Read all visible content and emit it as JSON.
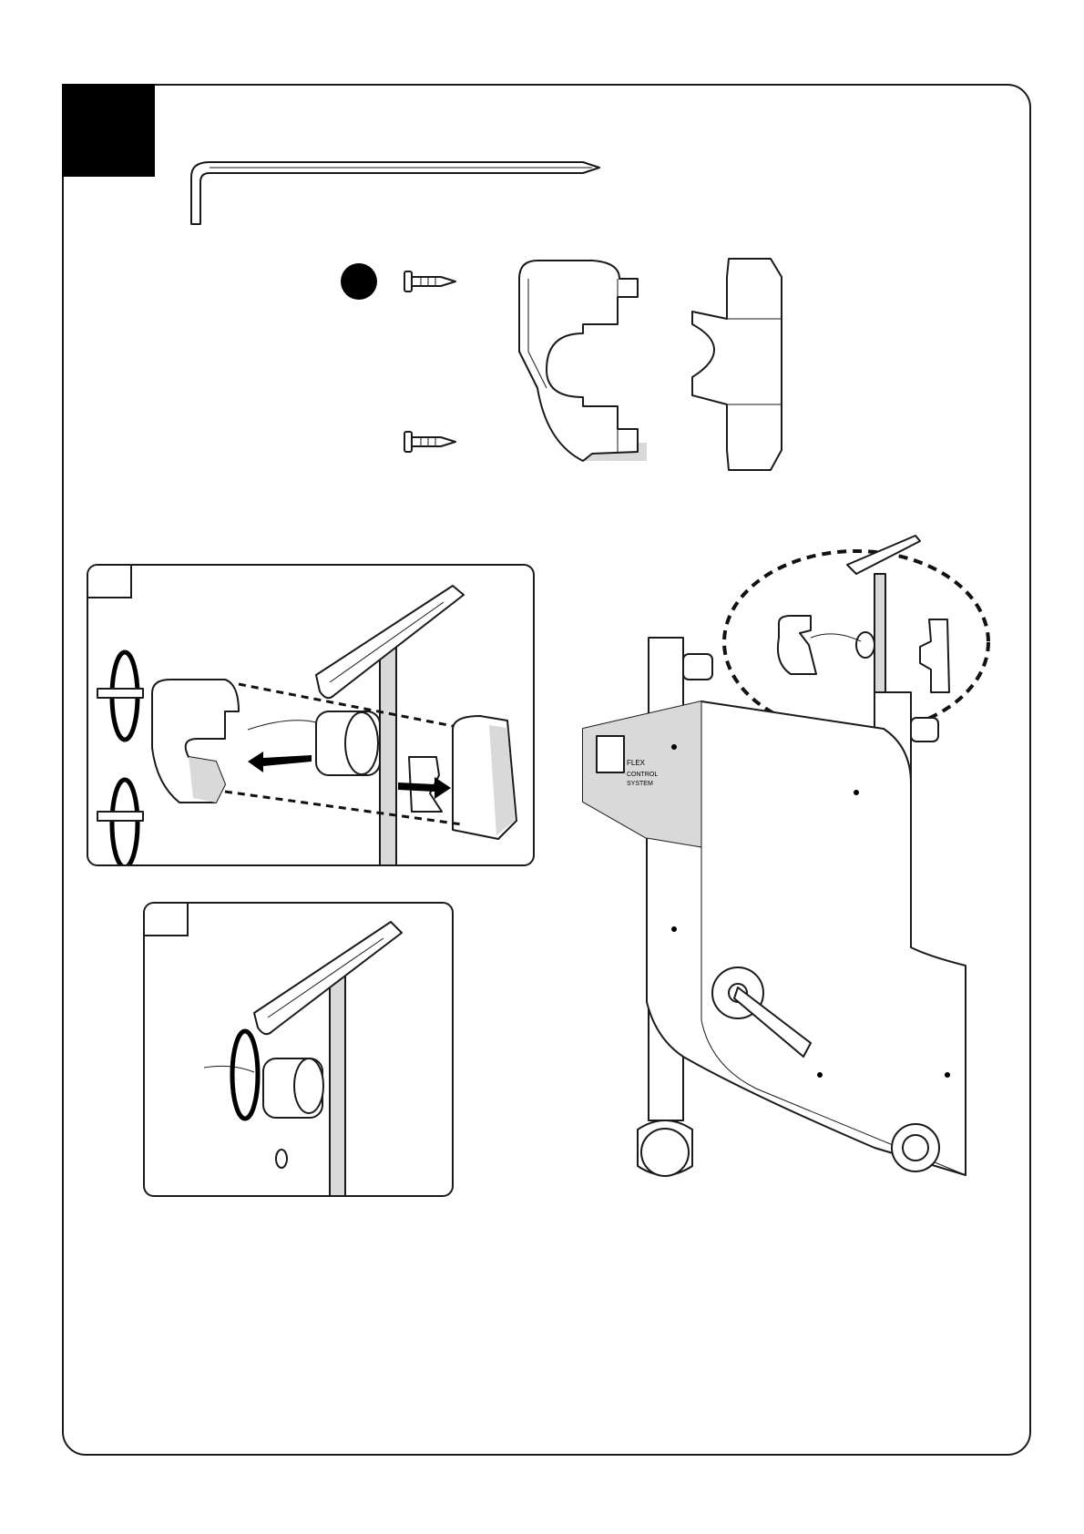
{
  "page": {
    "frame": "rounded-rectangle",
    "step_marker": "solid-black-square"
  },
  "tools": {
    "allen_key": "hex-key-icon"
  },
  "parts": {
    "bullet": "filled-circle-icon",
    "screws": 2,
    "cover_parts": [
      "front-clamp-cover",
      "rear-clamp-cover"
    ]
  },
  "sub_steps": [
    {
      "id": "a",
      "label": ""
    },
    {
      "id": "b",
      "label": ""
    }
  ],
  "console_badge": [
    "FLEX",
    "CONTROL",
    "SYSTEM"
  ],
  "colors": {
    "ink": "#1a1a1a",
    "shade": "#d9d9d9"
  }
}
